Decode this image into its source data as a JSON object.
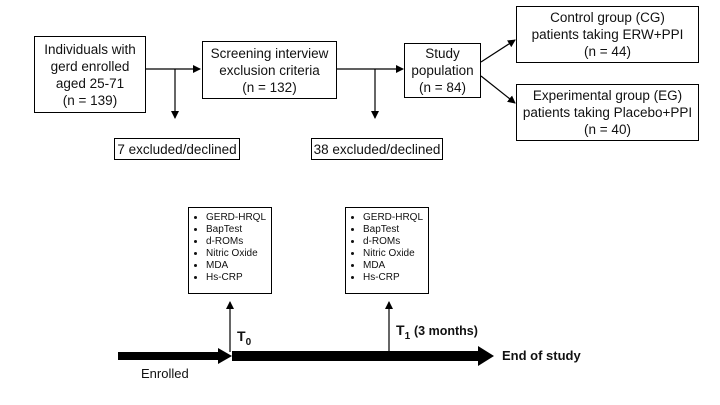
{
  "enrolled_box": {
    "lines": [
      "Individuals with",
      "gerd enrolled",
      "aged 25-71",
      "(n = 139)"
    ]
  },
  "screening_box": {
    "lines": [
      "Screening interview",
      "exclusion criteria",
      "(n = 132)"
    ]
  },
  "study_box": {
    "lines": [
      "Study",
      "population",
      "(n = 84)"
    ]
  },
  "control_box": {
    "lines": [
      "Control group (CG)",
      "patients taking ERW+PPI",
      "(n = 44)"
    ]
  },
  "experimental_box": {
    "lines": [
      "Experimental group (EG)",
      "patients taking Placebo+PPI",
      "(n = 40)"
    ]
  },
  "excluded_1": "7 excluded/declined",
  "excluded_2": "38 excluded/declined",
  "tests_t0": [
    "GERD-HRQL",
    "BapTest",
    "d-ROMs",
    "Nitric Oxide",
    "MDA",
    "Hs-CRP"
  ],
  "tests_t1": [
    "GERD-HRQL",
    "BapTest",
    "d-ROMs",
    "Nitric Oxide",
    "MDA",
    "Hs-CRP"
  ],
  "timeline": {
    "t0_label": "T",
    "t0_sub": "0",
    "t1_label": "T",
    "t1_sub": "1",
    "t1_duration": "(3 months)",
    "enrolled_label": "Enrolled",
    "end_label": "End of study"
  }
}
